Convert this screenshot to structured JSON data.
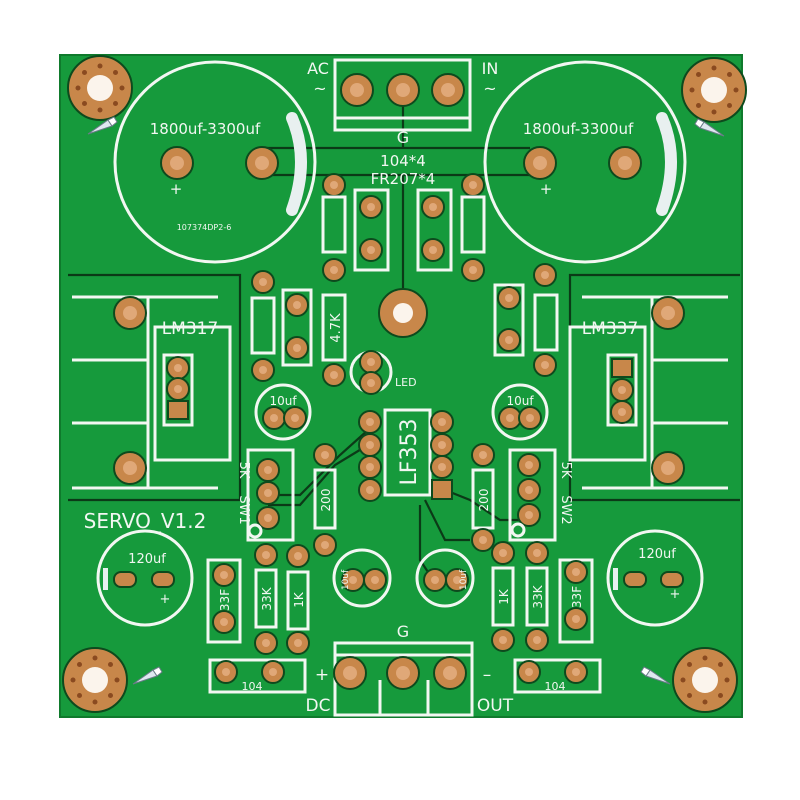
{
  "board": {
    "colors": {
      "solder_mask": "#169a3c",
      "copper": "#c8874a",
      "silkscreen": "#f2f7f2"
    },
    "title": "SERVO_V1.2",
    "input_connector": {
      "left": "AC",
      "right": "IN",
      "tilde": "~",
      "ground": "G"
    },
    "output_connector": {
      "plus": "+",
      "minus": "–",
      "left": "DC",
      "right": "OUT",
      "ground": "G"
    },
    "big_cap_label": "1800uf-3300uf",
    "big_cap_code": "107374DP2-6",
    "plus": "+",
    "center_labels": [
      "104*4",
      "FR207*4"
    ],
    "regulators": [
      "LM317",
      "LM337"
    ],
    "resistor_47k": "4.7K",
    "led": "LED",
    "cap_10uf": "10uf",
    "opamp": "LF353",
    "trimpots": [
      "SW1",
      "SW2"
    ],
    "trimpot_value": "5K",
    "resistor_200": "200",
    "cap_120uf": "120uf",
    "cap_33f": "33F",
    "resistor_33k": "33K",
    "resistor_1k": "1K",
    "cap_104": "104",
    "small_cap_10uf": "10uf"
  }
}
